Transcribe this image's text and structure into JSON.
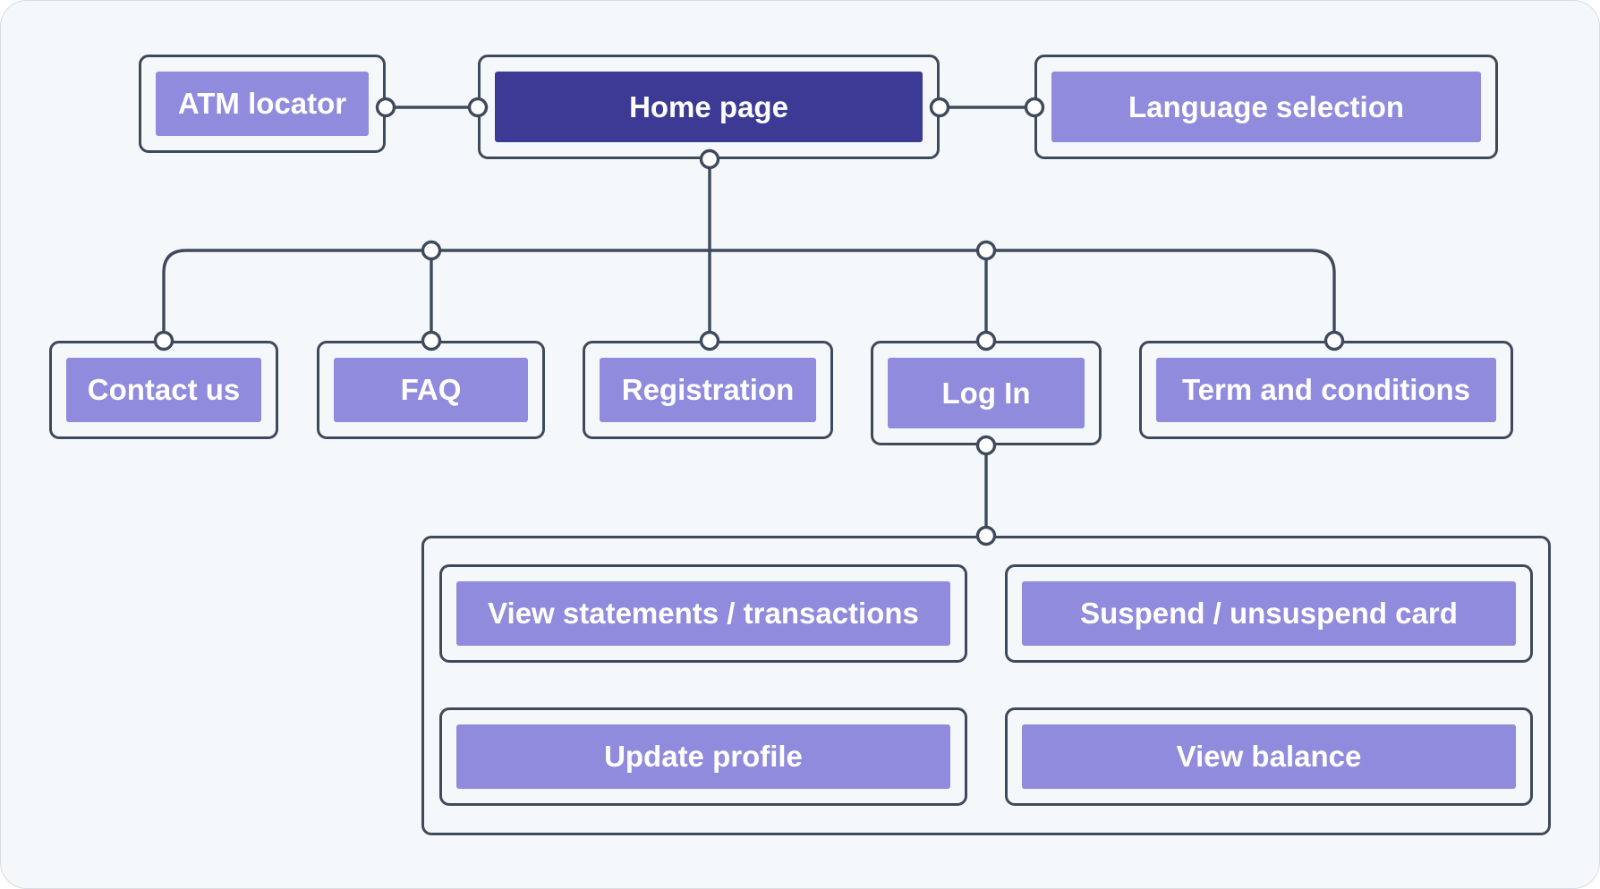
{
  "diagram": {
    "top_row": {
      "atm_locator": "ATM locator",
      "home_page": "Home page",
      "language_selection": "Language selection"
    },
    "middle_row": {
      "contact_us": "Contact us",
      "faq": "FAQ",
      "registration": "Registration",
      "log_in": "Log In",
      "terms": "Term and conditions"
    },
    "logged_in_group": {
      "view_statements": "View statements / transactions",
      "suspend_card": "Suspend / unsuspend card",
      "update_profile": "Update profile",
      "view_balance": "View balance"
    }
  },
  "colors": {
    "background": "#f5f8fb",
    "connector": "#3e4a5a",
    "node_fill": "#908bdc",
    "home_fill": "#3c3a95",
    "text": "#ffffff"
  }
}
